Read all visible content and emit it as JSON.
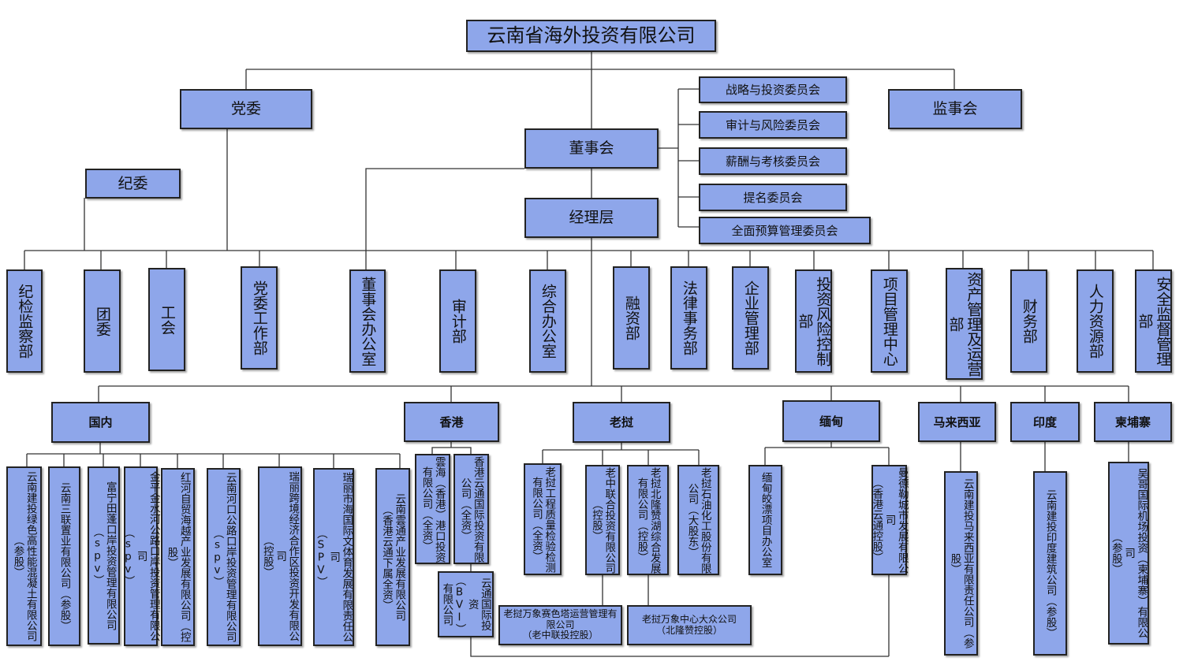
{
  "root": "云南省海外投资有限公司",
  "top": {
    "party_committee": "党委",
    "discipline_committee": "纪委",
    "board": "董事会",
    "management": "经理层",
    "supervisory_board": "监事会"
  },
  "board_committees": [
    "战略与投资委员会",
    "审计与风险委员会",
    "薪酬与考核委员会",
    "提名委员会",
    "全面预算管理委员会"
  ],
  "departments": [
    "纪检监察部",
    "团委",
    "工会",
    "党委工作部",
    "董事会办公室",
    "审计部",
    "综合办公室",
    "融资部",
    "法律事务部",
    "企业管理部",
    "投资风险控制部",
    "项目管理中心",
    "资产管理及运营部",
    "财务部",
    "人力资源部",
    "安全监督管理部"
  ],
  "regions": {
    "domestic": "国内",
    "hongkong": "香港",
    "laos": "老挝",
    "myanmar": "缅甸",
    "malaysia": "马来西亚",
    "india": "印度",
    "cambodia": "柬埔寨"
  },
  "domestic_companies": [
    "云南建投绿色高性能混凝土有限公司\n（参股）",
    "云南三联置业有限公司（参股）",
    "富宁田蓬口岸投资管理有限公司（spv）",
    "金平金水河公路口岸投资管理有限公司\n（spv）",
    "红河自贸海越产业发展有限公司（控股）",
    "云南河口公路口岸投资管理有限公司\n（spv）",
    "瑞丽跨境经济合作区投资开发有限公司\n（控股）",
    "瑞丽市海国际文体育发展有限责任公司\n（SPV）",
    "云南雲通产业发展有限公司\n（香港云通下属全资）"
  ],
  "hongkong_companies": [
    "雲海（香港）港口投资有限公司（全资）",
    "香港云通国际投资有限公司（全资）",
    "云通国际投资（BVI）有限公司"
  ],
  "laos_companies": [
    "老挝工程质量检验检测有限公司（全资）",
    "老中联合投资有限公司（控股）",
    "老挝北隆赞湖综合发展有限公司（控股）",
    "老挝石油化工股份有限公司（大股东）"
  ],
  "laos_sub_companies": [
    "老挝万象赛色塔运营管理有限公司\n（老中联投控股）",
    "老挝万象中心大众公司\n（北隆赞控股）"
  ],
  "myanmar_companies": [
    "缅甸皎漂项目办公室",
    "曼德勒城市发展有限公司\n（香港云通控股）"
  ],
  "malaysia_companies": [
    "云南建投马来西亚有限责任公司（参股）"
  ],
  "india_companies": [
    "云南建投印度建筑公司（参股）"
  ],
  "cambodia_companies": [
    "吴哥国际机场投资（柬埔寨）有限公司\n（参股）"
  ]
}
